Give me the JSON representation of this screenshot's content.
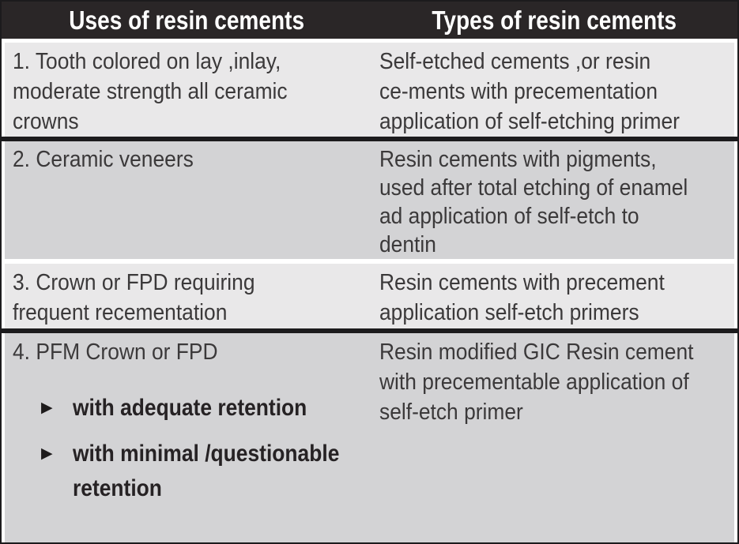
{
  "table": {
    "title_row": {
      "uses": "Uses of resin cements",
      "types": "Types of resin cements"
    },
    "bullet_icon": "▶",
    "colors": {
      "header_bg": "#2a2627",
      "header_text": "#ffffff",
      "row_light": "#e9e8e9",
      "row_dark": "#d3d3d5",
      "divider": "#1c1b1d",
      "body_text": "#3b393a",
      "bold_text": "#262224"
    },
    "rows": [
      {
        "use_lines": [
          "1. Tooth colored on lay ,inlay,",
          "moderate strength all ceramic",
          "crowns"
        ],
        "type_lines": [
          "Self-etched cements ,or resin",
          "ce-ments with precementation",
          "application of self-etching primer"
        ]
      },
      {
        "use_lines": [
          "2. Ceramic veneers"
        ],
        "type_lines": [
          "Resin cements with pigments,",
          "used after total etching of enamel",
          "ad application of self-etch to",
          "dentin"
        ]
      },
      {
        "use_lines": [
          "3. Crown or FPD requiring",
          "frequent recementation"
        ],
        "type_lines": [
          "Resin cements with precement",
          "application self-etch primers"
        ]
      },
      {
        "use_lines": [
          "4. PFM Crown or FPD"
        ],
        "bullets": [
          {
            "lines": [
              "with adequate retention"
            ]
          },
          {
            "lines": [
              "with minimal /questionable",
              "retention"
            ]
          }
        ],
        "type_lines": [
          "Resin modified GIC Resin cement",
          "with precementable application of",
          "self-etch primer"
        ]
      }
    ]
  }
}
